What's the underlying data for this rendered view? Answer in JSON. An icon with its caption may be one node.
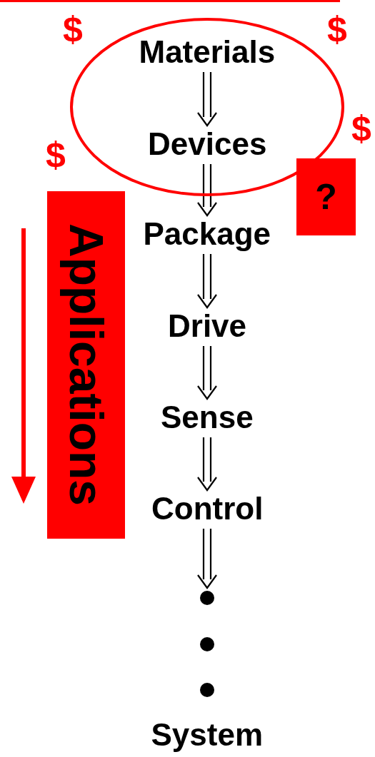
{
  "diagram": {
    "nodes": [
      {
        "text": [],
        "shape": "ellipse"
      },
      {
        "text": [
          "Materials"
        ],
        "in": 0
      },
      {
        "text": [
          "Devices"
        ],
        "in": 0
      },
      {
        "text": [
          "?"
        ]
      },
      {
        "text": [
          "Applications"
        ]
      },
      {
        "text": [
          "Package"
        ]
      },
      {
        "text": [
          "Drive"
        ]
      },
      {
        "text": [
          "Sense"
        ]
      },
      {
        "text": [
          "Control"
        ]
      },
      {
        "text": [],
        "shape": "circle"
      },
      {
        "text": [],
        "shape": "circle"
      },
      {
        "text": [],
        "shape": "circle"
      },
      {
        "text": [
          "System"
        ]
      }
    ],
    "edges": [
      {
        "from": 1,
        "to": 2,
        "arrow": "to"
      },
      {
        "from": 2,
        "to": 5,
        "arrow": "to"
      },
      {
        "from": 5,
        "to": 6,
        "arrow": "to"
      },
      {
        "from": 6,
        "to": 7,
        "arrow": "to"
      },
      {
        "from": 7,
        "to": 8,
        "arrow": "to"
      },
      {
        "from": 8,
        "to": 9,
        "arrow": "to"
      }
    ],
    "labels": [
      "$",
      "$",
      "$",
      "$"
    ]
  }
}
